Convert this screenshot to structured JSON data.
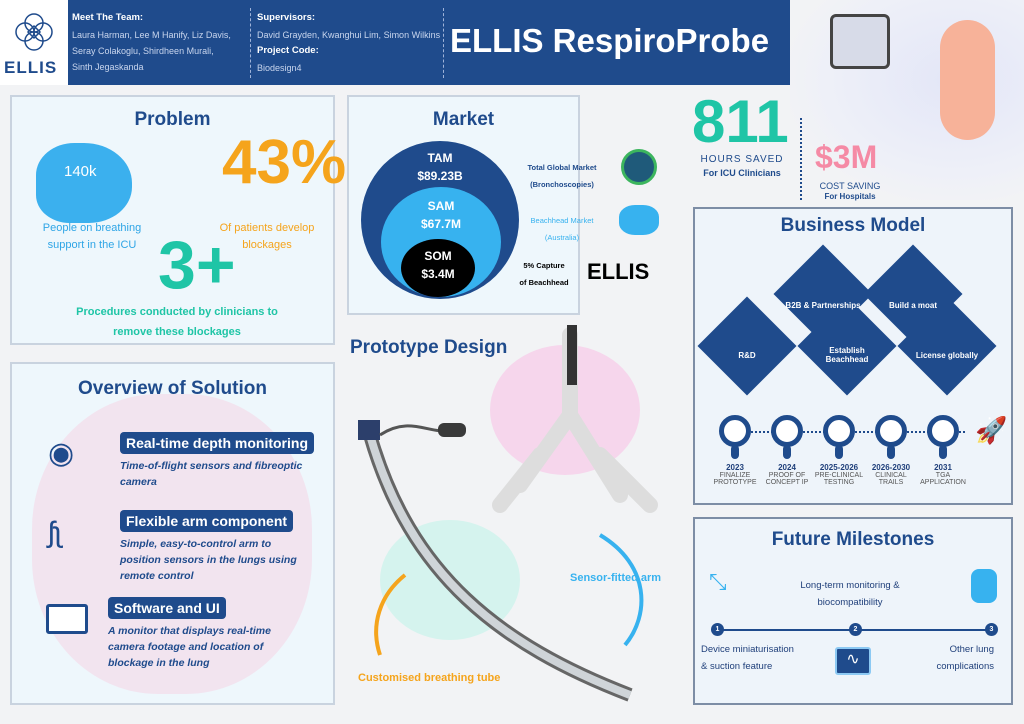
{
  "header": {
    "logo_text": "ELLIS",
    "team_label": "Meet The Team:",
    "team": [
      "Laura Harman, Lee M Hanify, Liz Davis,",
      "Seray Colakoglu, Shirdheen Murali,",
      "Sinth Jegaskanda"
    ],
    "supervisors_label": "Supervisors:",
    "supervisors": "David Grayden, Kwanghui Lim, Simon Wilkins",
    "project_code_label": "Project Code:",
    "project_code": "Biodesign4",
    "title": "ELLIS RespiroProbe"
  },
  "problem": {
    "title": "Problem",
    "stat1": "140k",
    "stat1_label": "People on breathing support in the ICU",
    "stat2": "43%",
    "stat2_label": "Of patients develop blockages",
    "stat3": "3+",
    "stat3_label": "Procedures conducted by clinicians to remove these blockages"
  },
  "market": {
    "title": "Market",
    "tam_label": "TAM",
    "tam": "$89.23B",
    "sam_label": "SAM",
    "sam": "$67.7M",
    "som_label": "SOM",
    "som": "$3.4M",
    "tam_desc": "Total Global Market",
    "tam_sub": "(Bronchoscopies)",
    "sam_desc": "Beachhead Market",
    "sam_sub": "(Australia)",
    "som_desc": "5% Capture",
    "som_sub": "of Beachhead",
    "brand": "ELLIS"
  },
  "stats": {
    "hours": "811",
    "hours_label": "HOURS SAVED",
    "hours_sub": "For ICU Clinicians",
    "cost": "$3M",
    "cost_label": "COST SAVING",
    "cost_sub": "For Hospitals"
  },
  "business": {
    "title": "Business Model",
    "items": [
      "B2B & Partnerships",
      "Build a moat",
      "R&D",
      "Establish Beachhead",
      "License globally"
    ],
    "timeline": [
      {
        "year": "2023",
        "text": "FINALIZE PROTOTYPE"
      },
      {
        "year": "2024",
        "text": "PROOF OF CONCEPT IP"
      },
      {
        "year": "2025-2026",
        "text": "PRE-CLINICAL TESTING"
      },
      {
        "year": "2026-2030",
        "text": "CLINICAL TRAILS"
      },
      {
        "year": "2031",
        "text": "TGA APPLICATION"
      }
    ]
  },
  "overview": {
    "title": "Overview of Solution",
    "features": [
      {
        "title": "Real-time depth monitoring",
        "desc": "Time-of-flight sensors and fibreoptic camera"
      },
      {
        "title": "Flexible arm component",
        "desc": "Simple, easy-to-control arm to position sensors in the lungs using remote control"
      },
      {
        "title": "Software and UI",
        "desc": "A monitor that displays real-time camera footage and location of blockage in the lung"
      }
    ]
  },
  "prototype": {
    "title": "Prototype Design",
    "arm_label": "Sensor-fitted arm",
    "tube_label": "Customised breathing tube"
  },
  "future": {
    "title": "Future Milestones",
    "steps": [
      {
        "num": "1",
        "text": "Device miniaturisation & suction feature"
      },
      {
        "num": "2",
        "text": "Long-term monitoring & biocompatibility"
      },
      {
        "num": "3",
        "text": "Other lung complications"
      }
    ]
  }
}
